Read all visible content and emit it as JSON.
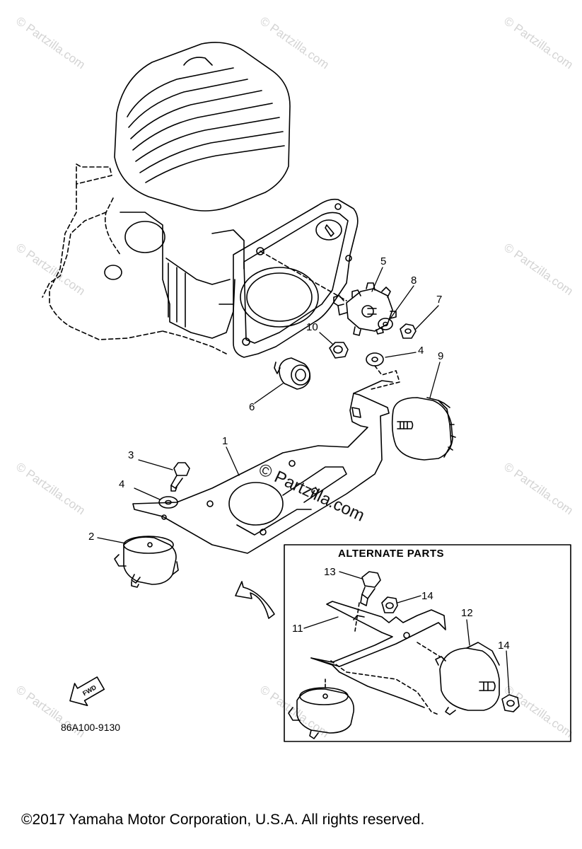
{
  "watermark": {
    "text": "© Partzilla.com",
    "center_text": "© Partzilla.com"
  },
  "callouts": {
    "c1": "1",
    "c2": "2",
    "c3": "3",
    "c4a": "4",
    "c4b": "4",
    "c5": "5",
    "c6": "6",
    "c7": "7",
    "c8": "8",
    "c9": "9",
    "c10": "10",
    "c11": "11",
    "c12": "12",
    "c13": "13",
    "c14a": "14",
    "c14b": "14"
  },
  "alternate_parts": {
    "title": "ALTERNATE PARTS"
  },
  "fwd_label": "FWD",
  "diagram_code": "86A100-9130",
  "copyright": "©2017  Yamaha Motor Corporation, U.S.A. All rights reserved."
}
